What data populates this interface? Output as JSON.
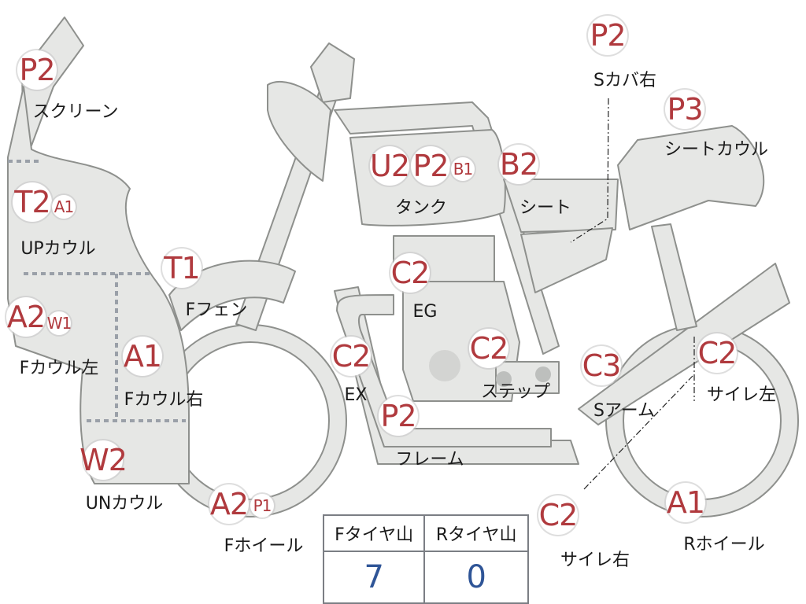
{
  "parts": [
    {
      "key": "screen",
      "codes": [
        "P2"
      ],
      "label": "スクリーン"
    },
    {
      "key": "up-cowl",
      "codes": [
        "T2",
        "A1"
      ],
      "label": "UPカウル"
    },
    {
      "key": "f-cowl-left",
      "codes": [
        "A2",
        "W1"
      ],
      "label": "Fカウル左"
    },
    {
      "key": "f-cowl-right",
      "codes": [
        "A1"
      ],
      "label": "Fカウル右"
    },
    {
      "key": "un-cowl",
      "codes": [
        "W2"
      ],
      "label": "UNカウル"
    },
    {
      "key": "f-fender",
      "codes": [
        "T1"
      ],
      "label": "Fフェン"
    },
    {
      "key": "f-wheel",
      "codes": [
        "A2",
        "P1"
      ],
      "label": "Fホイール"
    },
    {
      "key": "tank",
      "codes": [
        "U2",
        "P2",
        "B1"
      ],
      "label": "タンク"
    },
    {
      "key": "seat",
      "codes": [
        "B2"
      ],
      "label": "シート"
    },
    {
      "key": "s-cover-right",
      "codes": [
        "P2"
      ],
      "label": "Sカバ右"
    },
    {
      "key": "seat-cowl",
      "codes": [
        "P3"
      ],
      "label": "シートカウル"
    },
    {
      "key": "engine",
      "codes": [
        "C2"
      ],
      "label": "EG"
    },
    {
      "key": "exhaust",
      "codes": [
        "C2"
      ],
      "label": "EX"
    },
    {
      "key": "step",
      "codes": [
        "C2"
      ],
      "label": "ステップ"
    },
    {
      "key": "frame",
      "codes": [
        "P2"
      ],
      "label": "フレーム"
    },
    {
      "key": "swingarm",
      "codes": [
        "C3"
      ],
      "label": "Sアーム"
    },
    {
      "key": "silencer-left",
      "codes": [
        "C2"
      ],
      "label": "サイレ左"
    },
    {
      "key": "silencer-right",
      "codes": [
        "C2"
      ],
      "label": "サイレ右"
    },
    {
      "key": "r-wheel",
      "codes": [
        "A1"
      ],
      "label": "Rホイール"
    }
  ],
  "tire_table": {
    "headers": [
      "Fタイヤ山",
      "Rタイヤ山"
    ],
    "values": [
      "7",
      "0"
    ]
  },
  "colors": {
    "code_text": "#b03a3e",
    "tire_value": "#2f5597",
    "part_fill": "#e6e7e5"
  }
}
